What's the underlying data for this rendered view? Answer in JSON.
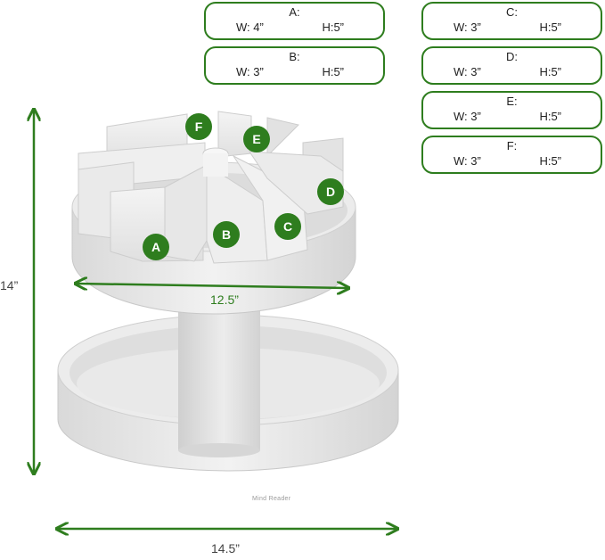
{
  "colors": {
    "accent": "#2e7d1e",
    "product": "#e6e6e6",
    "text": "#222222"
  },
  "specs": [
    {
      "id": "A",
      "name": "A:",
      "w": "W: 4”",
      "h": "H:5”"
    },
    {
      "id": "B",
      "name": "B:",
      "w": "W: 3”",
      "h": "H:5”"
    },
    {
      "id": "C",
      "name": "C:",
      "w": "W: 3”",
      "h": "H:5”"
    },
    {
      "id": "D",
      "name": "D:",
      "w": "W: 3”",
      "h": "H:5”"
    },
    {
      "id": "E",
      "name": "E:",
      "w": "W: 3”",
      "h": "H:5”"
    },
    {
      "id": "F",
      "name": "F:",
      "w": "W: 3”",
      "h": "H:5”"
    }
  ],
  "dimensions": {
    "height": "14”",
    "top_width": "12.5”",
    "base_width": "14.5”"
  },
  "badges": [
    "A",
    "B",
    "C",
    "D",
    "E",
    "F"
  ],
  "brand": "Mind Reader"
}
